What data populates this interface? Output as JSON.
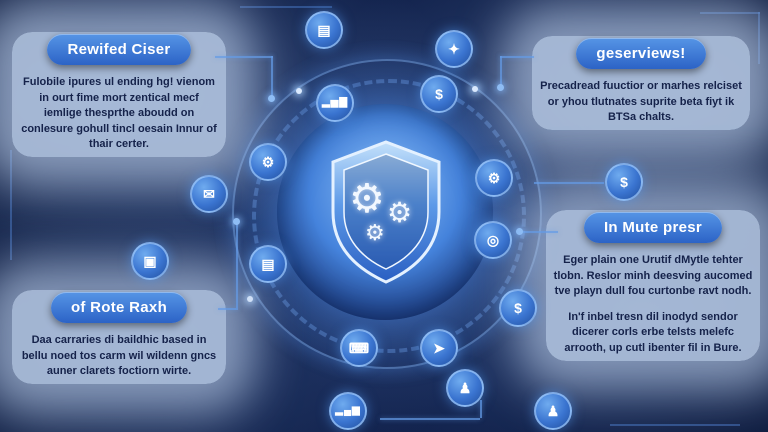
{
  "panels": {
    "top_left": {
      "title": "Rewifed Ciser",
      "body": "Fulobile ipures ul ending hg! vienom in ourt fime mort zentical mecf iemlige thesprthe aboudd on conlesure gohull tincl oesain Innur of thair certer."
    },
    "bottom_left": {
      "title": "of Rote Raxh",
      "body": "Daa carraries di baildhic based in bellu noed tos carm wil wildenn gncs auner clarets foctiorn wirte."
    },
    "top_right": {
      "title": "geserviews!",
      "body": "Precadread fuuctior or marhes relciset or yhou tlutnates suprite beta fiyt ik BTSa chalts."
    },
    "mid_right": {
      "title": "In Mute presr",
      "body1": "Eger plain one Urutif dMytle tehter tlobn. Reslor minh deesving aucomed tve playn dull fou curtonbe ravt nodh.",
      "body2": "In'f inbel tresn dil inodyd sendor dicerer corls erbe telsts melefc arrooth, up cutl ibenter fil in Bure."
    }
  },
  "icons": {
    "news": {
      "glyph": "▤"
    },
    "bulb": {
      "glyph": "✦"
    },
    "coins": {
      "glyph": "$"
    },
    "chart_top": {
      "glyph": "▂▅▇"
    },
    "gear_left": {
      "glyph": "⚙"
    },
    "gear_right": {
      "glyph": "⚙"
    },
    "mail": {
      "glyph": "✉"
    },
    "target": {
      "glyph": "◎"
    },
    "monitor": {
      "glyph": "▣"
    },
    "docs": {
      "glyph": "▤"
    },
    "money": {
      "glyph": "$"
    },
    "plane": {
      "glyph": "➤"
    },
    "laptop": {
      "glyph": "⌨"
    },
    "person": {
      "glyph": "♟"
    },
    "chart_bottom": {
      "glyph": "▂▄▆"
    },
    "dollar_right": {
      "glyph": "$"
    },
    "person_bottom": {
      "glyph": "♟"
    },
    "shield_gear_1": {
      "glyph": "⚙"
    },
    "shield_gear_2": {
      "glyph": "⚙"
    },
    "shield_gear_3": {
      "glyph": "⚙"
    }
  },
  "colors": {
    "accent": "#3f7fd9",
    "pill": "#3a76d6",
    "background": "#0c1a3c",
    "light_panel": "#bccfe9",
    "body_text": "#15224a"
  }
}
